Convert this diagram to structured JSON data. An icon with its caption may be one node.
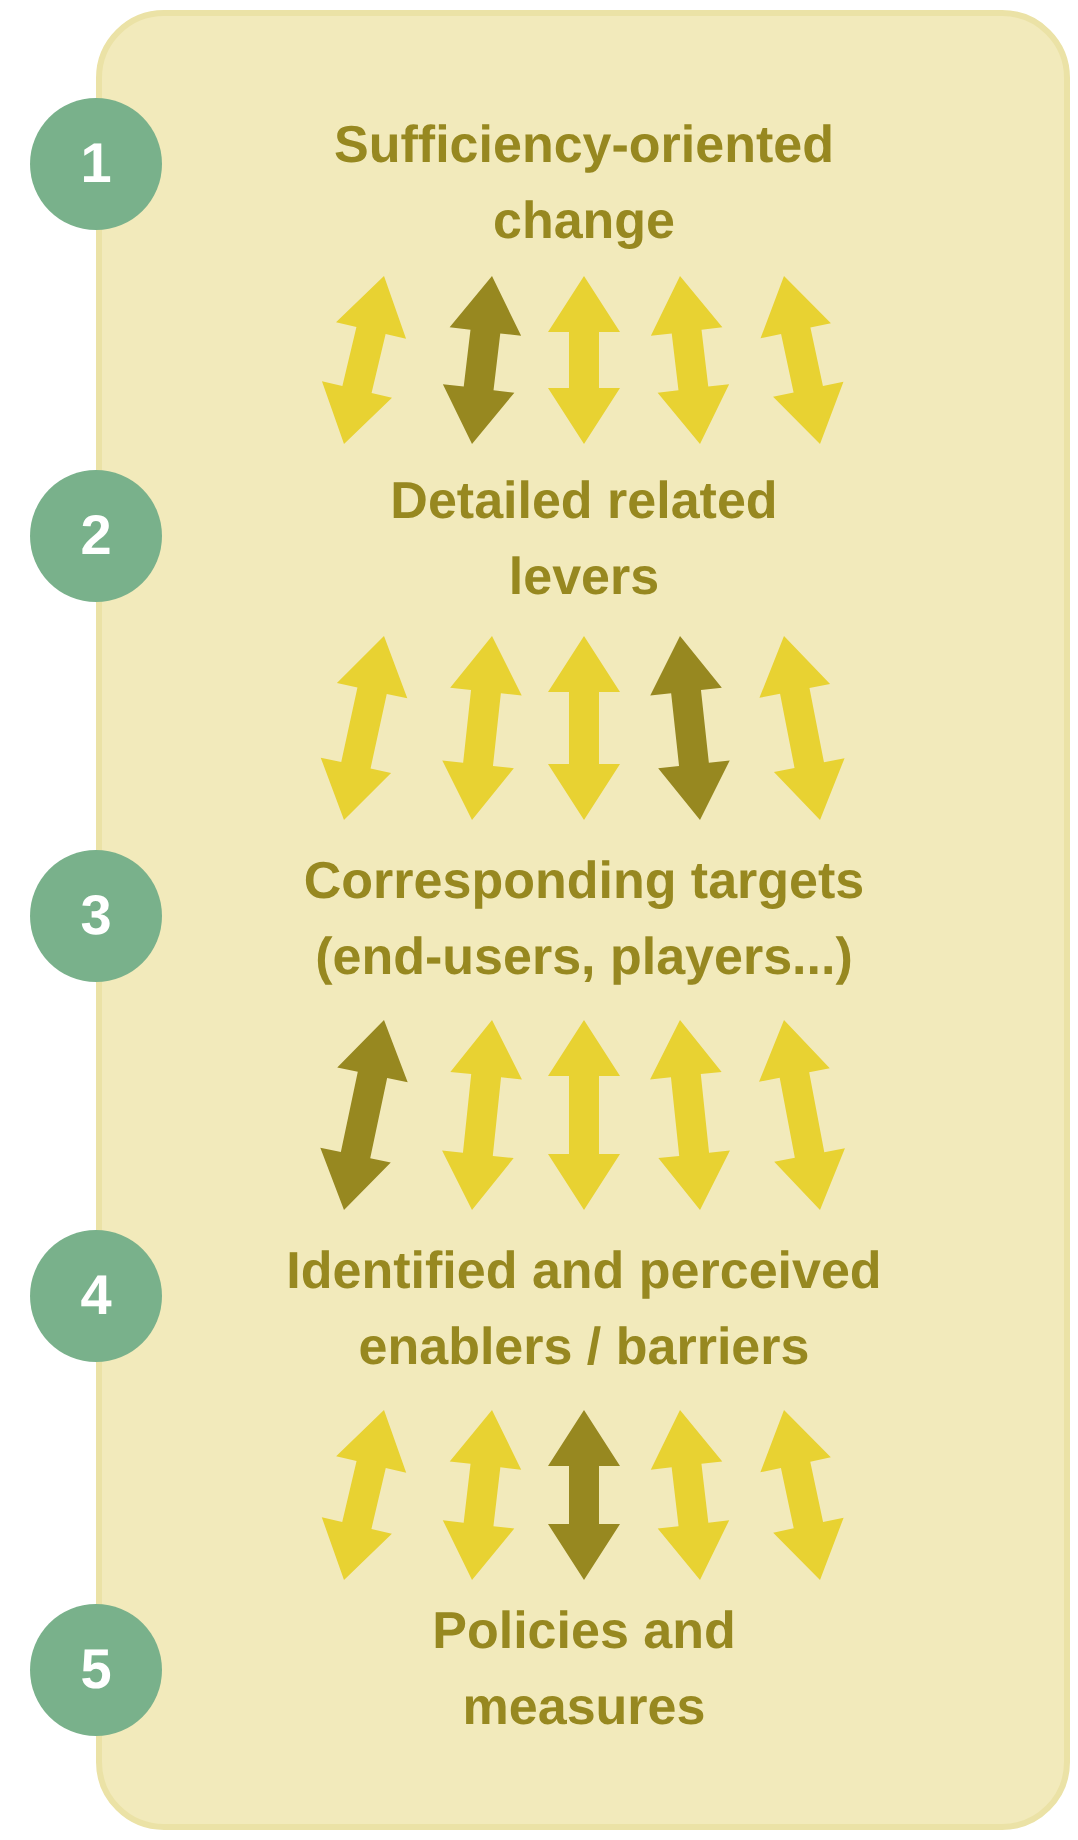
{
  "diagram": {
    "nodes": [
      {
        "text": [],
        "shape": "box"
      },
      {
        "text": [
          "1"
        ]
      },
      {
        "text": [
          "Sufficiency-oriented change"
        ],
        "in": 0
      },
      {
        "text": [
          "2"
        ]
      },
      {
        "text": [
          "Detailed related levers"
        ],
        "in": 0
      },
      {
        "text": [
          "3"
        ]
      },
      {
        "text": [
          "Corresponding targets (end-users, players...)"
        ],
        "in": 0
      },
      {
        "text": [
          "4"
        ]
      },
      {
        "text": [
          "Identified and perceived enablers / barriers"
        ],
        "in": 0
      },
      {
        "text": [
          "5"
        ]
      },
      {
        "text": [
          "Policies and measures"
        ],
        "in": 0
      }
    ],
    "edges": [
      {
        "from": 2,
        "to": 4,
        "arrow": "both"
      },
      {
        "from": 2,
        "to": 4,
        "arrow": "both",
        "color": "#978820"
      },
      {
        "from": 2,
        "to": 4,
        "arrow": "both"
      },
      {
        "from": 2,
        "to": 4,
        "arrow": "both"
      },
      {
        "from": 2,
        "to": 4,
        "arrow": "both"
      },
      {
        "from": 4,
        "to": 6,
        "arrow": "both"
      },
      {
        "from": 4,
        "to": 6,
        "arrow": "both"
      },
      {
        "from": 4,
        "to": 6,
        "arrow": "both"
      },
      {
        "from": 4,
        "to": 6,
        "arrow": "both",
        "color": "#978820"
      },
      {
        "from": 4,
        "to": 6,
        "arrow": "both"
      },
      {
        "from": 6,
        "to": 8,
        "arrow": "both",
        "color": "#978820"
      },
      {
        "from": 6,
        "to": 8,
        "arrow": "both"
      },
      {
        "from": 6,
        "to": 8,
        "arrow": "both"
      },
      {
        "from": 6,
        "to": 8,
        "arrow": "both"
      },
      {
        "from": 6,
        "to": 8,
        "arrow": "both"
      },
      {
        "from": 8,
        "to": 10,
        "arrow": "both"
      },
      {
        "from": 8,
        "to": 10,
        "arrow": "both"
      },
      {
        "from": 8,
        "to": 10,
        "arrow": "both",
        "color": "#978820"
      },
      {
        "from": 8,
        "to": 10,
        "arrow": "both"
      },
      {
        "from": 8,
        "to": 10,
        "arrow": "both"
      }
    ]
  }
}
